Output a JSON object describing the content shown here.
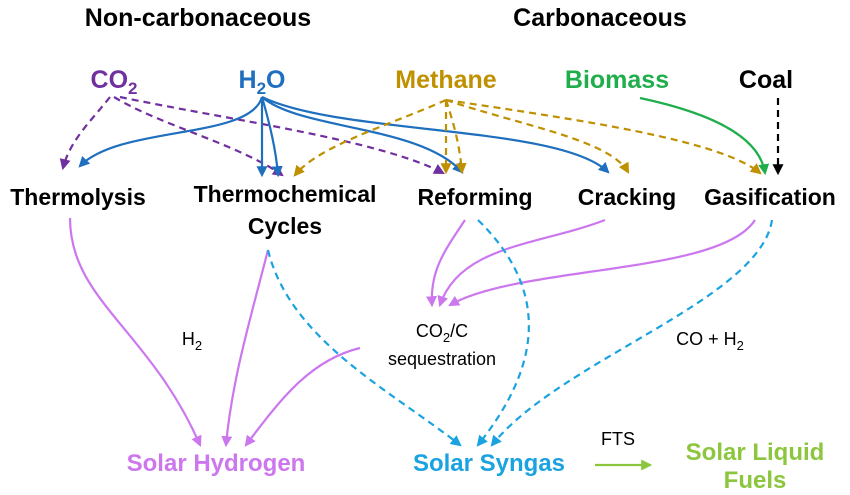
{
  "headers": {
    "left": "Non-carbonaceous",
    "right": "Carbonaceous"
  },
  "sources": {
    "co2": {
      "base": "CO",
      "sub": "2",
      "color": "#7030a0"
    },
    "h2o": {
      "base": "H",
      "sub": "2",
      "tail": "O",
      "color": "#1f6fbf"
    },
    "methane": {
      "label": "Methane",
      "color": "#bf9000"
    },
    "biomass": {
      "label": "Biomass",
      "color": "#1fae4b"
    },
    "coal": {
      "label": "Coal",
      "color": "#000000"
    }
  },
  "processes": {
    "thermolysis": "Thermolysis",
    "thermochemical_1": "Thermochemical",
    "thermochemical_2": "Cycles",
    "reforming": "Reforming",
    "cracking": "Cracking",
    "gasification": "Gasification"
  },
  "labels": {
    "h2": {
      "base": "H",
      "sub": "2"
    },
    "sequestration_1": {
      "base": "CO",
      "sub": "2",
      "tail": "/C"
    },
    "sequestration_2": "sequestration",
    "coh2": {
      "base": "CO + H",
      "sub": "2"
    },
    "fts": "FTS"
  },
  "products": {
    "hydrogen": {
      "label": "Solar Hydrogen",
      "color": "#cc77ee"
    },
    "syngas": {
      "label": "Solar Syngas",
      "color": "#1aa3e0"
    },
    "liquid_1": "Solar Liquid",
    "liquid_2": "Fuels",
    "liquid_color": "#8cc63f"
  },
  "edge_colors": {
    "co2": "#7030a0",
    "h2o": "#1f6fbf",
    "methane": "#bf9000",
    "biomass": "#1fae4b",
    "coal": "#000000",
    "hydrogen": "#cc77ee",
    "syngas": "#1aa3e0",
    "fts": "#8cc63f"
  }
}
